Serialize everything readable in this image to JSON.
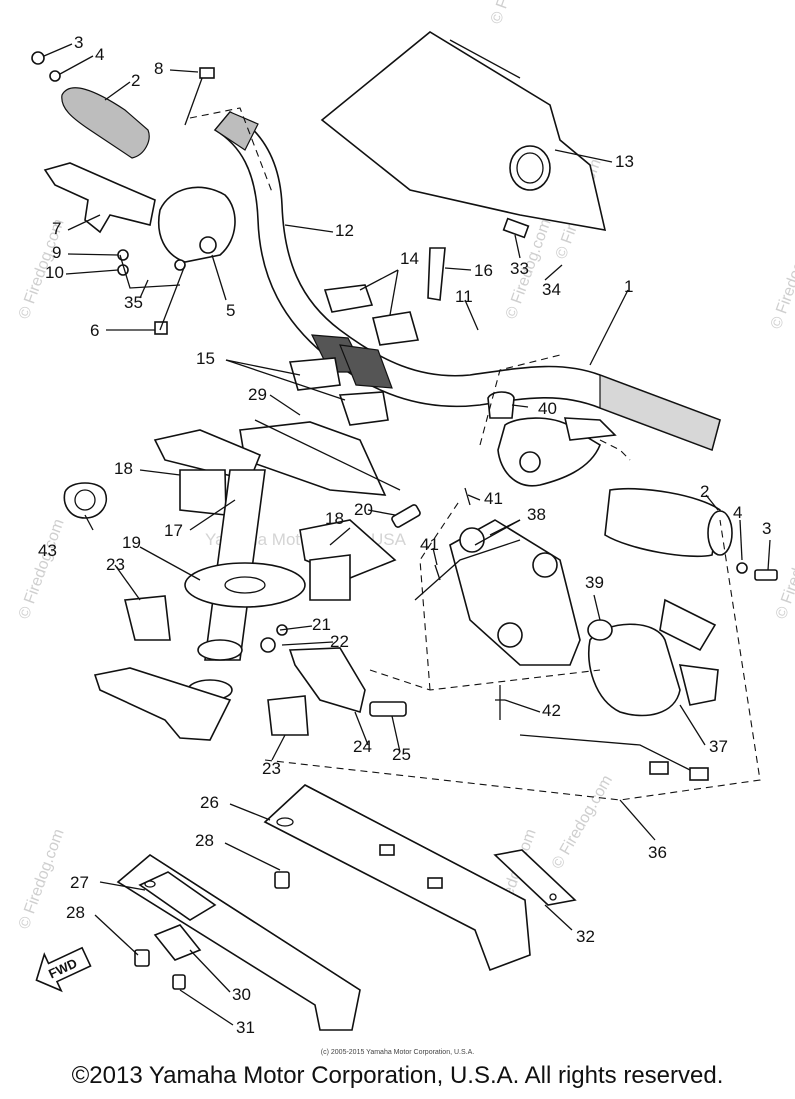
{
  "diagram": {
    "part_numbers": [
      "1",
      "2",
      "3",
      "4",
      "5",
      "6",
      "7",
      "8",
      "9",
      "10",
      "11",
      "12",
      "13",
      "14",
      "15",
      "16",
      "17",
      "18",
      "19",
      "20",
      "21",
      "22",
      "23",
      "24",
      "25",
      "26",
      "27",
      "28",
      "29",
      "30",
      "31",
      "32",
      "33",
      "34",
      "35",
      "36",
      "37",
      "38",
      "39",
      "40",
      "41",
      "42",
      "43"
    ],
    "fwd_label": "FWD",
    "watermark_side": "© Firedog.com",
    "watermark_center": "Yamaha Motor Corp., USA"
  },
  "footer": {
    "small_copyright": "(c) 2005-2015 Yamaha Motor Corporation, U.S.A.",
    "copyright": "©2013 Yamaha Motor Corporation, U.S.A. All rights reserved."
  }
}
